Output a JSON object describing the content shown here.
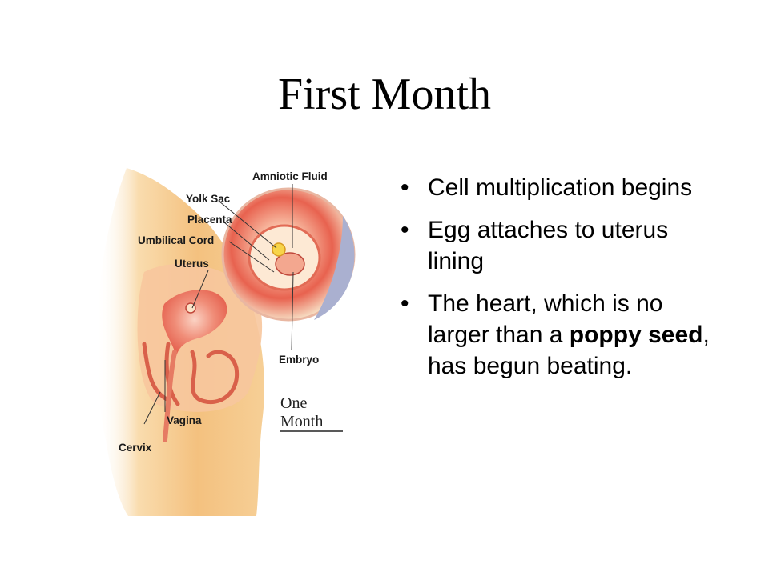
{
  "slide": {
    "title": "First Month",
    "bullets": [
      {
        "parts": [
          {
            "text": "Cell multiplication begins",
            "bold": false
          }
        ]
      },
      {
        "parts": [
          {
            "text": "Egg attaches to uterus lining",
            "bold": false
          }
        ]
      },
      {
        "parts": [
          {
            "text": " The heart, which is no larger than a ",
            "bold": false
          },
          {
            "text": "poppy seed",
            "bold": true
          },
          {
            "text": ", has begun beating.",
            "bold": false
          }
        ]
      }
    ]
  },
  "diagram": {
    "labels": {
      "amniotic_fluid": "Amniotic Fluid",
      "yolk_sac": "Yolk Sac",
      "placenta": "Placenta",
      "umbilical_cord": "Umbilical Cord",
      "uterus": "Uterus",
      "embryo": "Embryo",
      "vagina": "Vagina",
      "cervix": "Cervix"
    },
    "caption_line1": "One",
    "caption_line2": "Month",
    "colors": {
      "skin": "#f6c98a",
      "tissue": "#e8624f",
      "inset_rim": "#f3d3b3",
      "inset_blue": "#aab0d0"
    }
  }
}
